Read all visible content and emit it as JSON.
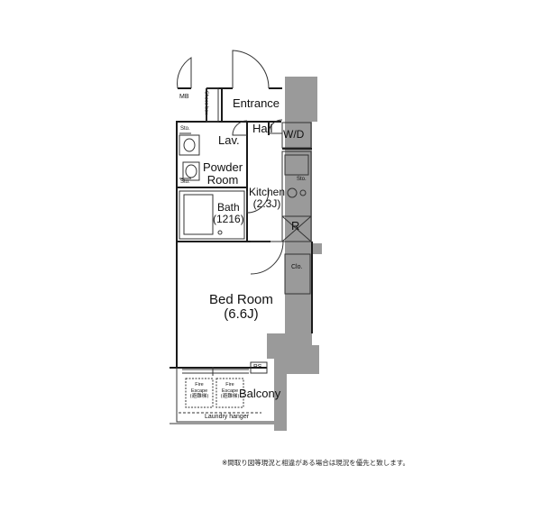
{
  "floor_plan": {
    "rooms": {
      "entrance": "Entrance",
      "hall": "Hall",
      "wd": "W/D",
      "lav": "Lav.",
      "powder_room": [
        "Powder",
        "Room"
      ],
      "kitchen": [
        "Kitchen",
        "(2.3J)"
      ],
      "bath": [
        "Bath",
        "(1216)"
      ],
      "bedroom": [
        "Bed Room",
        "(6.6J)"
      ],
      "balcony": "Balcony"
    },
    "fixtures": {
      "mb": "MB",
      "shoes_box": "Shoes box",
      "refrigerator": "R",
      "closet": "Clo.",
      "ps": "PS",
      "laundry_hanger": "Laundry hanger",
      "sto_upper": "Sto.",
      "sto_lower": "Sto.",
      "sto_kitchen": "Sto.",
      "fire_escape_left": [
        "Fire",
        "Escape",
        "(避難梯)"
      ],
      "fire_escape_right": [
        "Fire",
        "Escape",
        "(避難梯)"
      ]
    },
    "footnote": "※間取り図等現況と相違がある場合は現況を優先と致します。"
  }
}
